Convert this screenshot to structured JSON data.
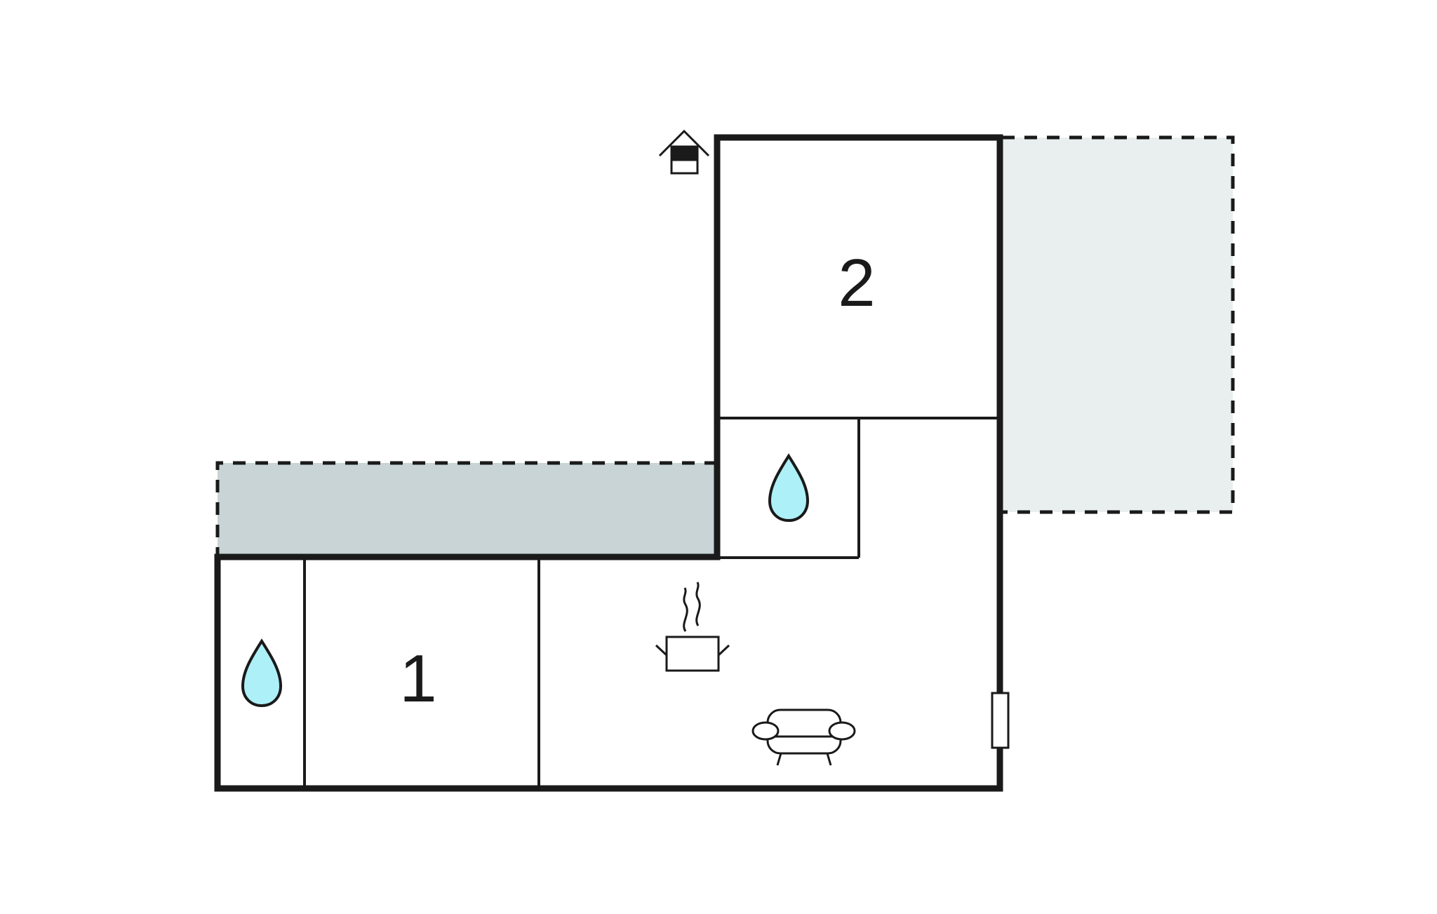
{
  "floorplan": {
    "rooms": [
      {
        "id": "bedroom-1",
        "label": "1"
      },
      {
        "id": "bedroom-2",
        "label": "2"
      }
    ],
    "icons": [
      "entrance-icon",
      "bathroom-water-drop-icon",
      "bathroom-water-drop-icon",
      "kitchen-pot-icon",
      "living-sofa-icon",
      "fireplace-icon"
    ],
    "colors": {
      "wall": "#1a1a1a",
      "terrace_light": "#e8efee",
      "terrace_dark": "#c8d4d5",
      "water_drop": "#aef0f7"
    }
  }
}
